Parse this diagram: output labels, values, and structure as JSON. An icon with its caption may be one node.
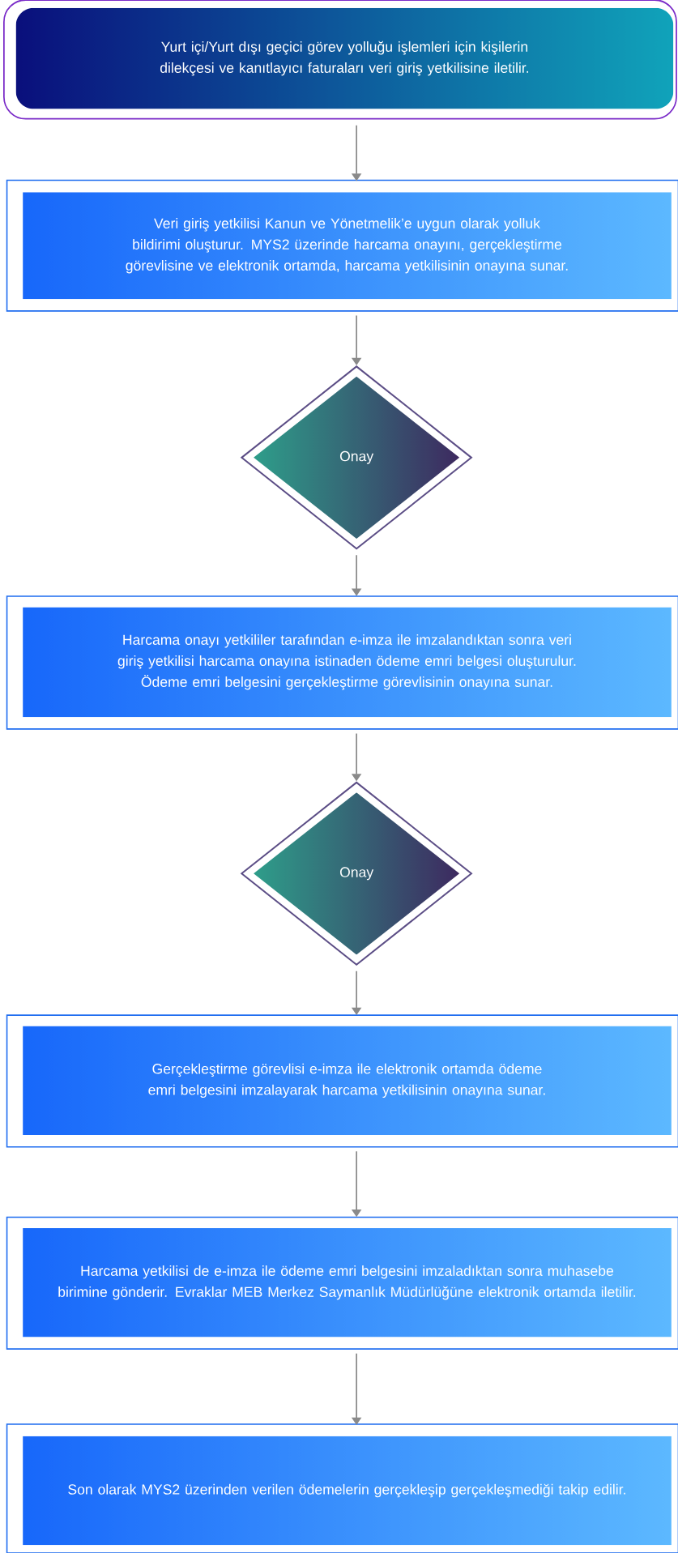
{
  "diagram": {
    "nodes": [
      {
        "text": [
          "Yurt içi/Yurt dışı geçici görev yolluğu işlemleri için kişilerin dilekçesi ve kanıtlayıcı faturaları veri giriş yetkilisine iletilir."
        ]
      },
      {
        "text": [
          "Veri giriş yetkilisi Kanun ve Yönetmelik’e uygun olarak yolluk bildirimi oluşturur. MYS2 üzerinde harcama onayını, gerçekleştirme görevlisine ve elektronik ortamda, harcama yetkilisinin onayına sunar."
        ]
      },
      {
        "text": [
          "Onay"
        ]
      },
      {
        "text": [
          "Harcama onayı yetkililer tarafından e-imza ile imzalandıktan sonra veri giriş yetkilisi harcama onayına istinaden ödeme emri belgesi oluşturulur. Ödeme emri belgesini gerçekleştirme görevlisinin onayına sunar."
        ]
      },
      {
        "text": [
          "Onay"
        ]
      },
      {
        "text": [
          "Gerçekleştirme görevlisi e-imza ile elektronik ortamda ödeme emri belgesini imzalayarak harcama yetkilisinin onayına sunar."
        ]
      },
      {
        "text": [
          "Harcama yetkilisi de e-imza ile ödeme emri belgesini imzaladıktan sonra muhasebe birimine gönderir. Evraklar MEB Merkez Saymanlık Müdürlüğüne elektronik ortamda iletilir."
        ]
      },
      {
        "text": [
          "Son olarak MYS2 üzerinden verilen ödemelerin gerçekleşip gerçekleşmediği takip edilir."
        ]
      }
    ],
    "edges": [
      {
        "from": 0,
        "to": 1,
        "arrow": "to"
      },
      {
        "from": 1,
        "to": 2,
        "arrow": "to"
      },
      {
        "from": 2,
        "to": 3,
        "arrow": "to"
      },
      {
        "from": 3,
        "to": 4,
        "arrow": "to"
      },
      {
        "from": 4,
        "to": 5,
        "arrow": "to"
      },
      {
        "from": 5,
        "to": 6,
        "arrow": "to"
      },
      {
        "from": 6,
        "to": 7,
        "arrow": "to"
      }
    ]
  }
}
